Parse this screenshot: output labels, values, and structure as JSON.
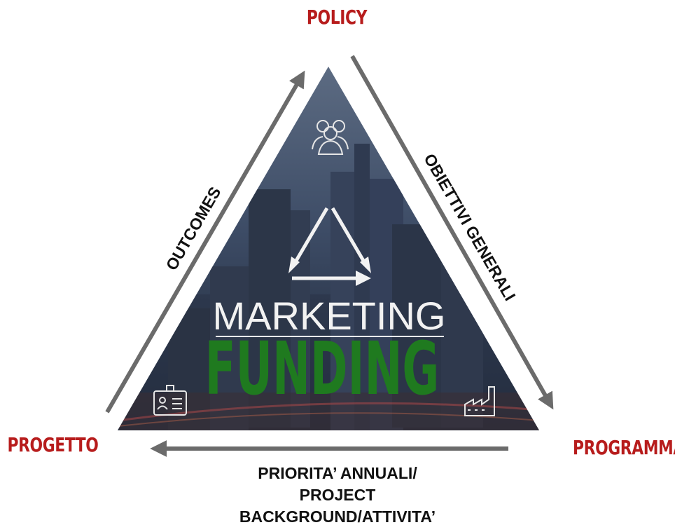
{
  "vertices": {
    "top": "POLICY",
    "left": "PROGETTO",
    "right": "PROGRAMMA"
  },
  "edges": {
    "left": "OUTCOMES",
    "right": "OBIETTIVI GENERALI",
    "bottom": [
      "PRIORITA’ ANNUALI/",
      "PROJECT",
      "BACKGROUND/ATTIVITA’"
    ]
  },
  "center": {
    "title": "MARKETING",
    "subtitle": "FUNDING"
  },
  "colors": {
    "vertex_label": "#b71c1c",
    "arrow": "#6b6b6b",
    "triangle_fill": "#3a4a63",
    "funding_text": "#1f7a1f"
  },
  "icons": [
    "people-group-icon",
    "cycle-arrows-icon",
    "id-badge-icon",
    "factory-icon"
  ]
}
